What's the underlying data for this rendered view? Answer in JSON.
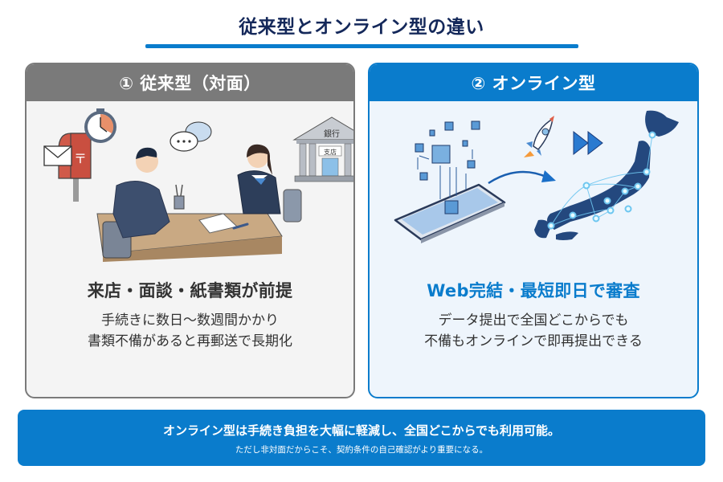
{
  "title": "従来型とオンライン型の違い",
  "colors": {
    "title_text": "#14285a",
    "accent_blue": "#0a7ccc",
    "traditional_gray": "#7a7a7a",
    "traditional_body": "#f4f4f4",
    "online_body": "#eef5fc"
  },
  "cards": [
    {
      "header": "① 従来型（対面）",
      "illustration": {
        "icons": [
          "mailbox-icon",
          "envelope-icon",
          "stopwatch-icon",
          "speech-bubble-icon",
          "customer-person",
          "bank-staff-person",
          "desk",
          "bank-building-icon"
        ],
        "bank_sign": "銀行",
        "branch_sign": "支店"
      },
      "headline": "来店・面談・紙書類が前提",
      "lines": [
        "手続きに数日〜数週間かかり",
        "書類不備があると再郵送で長期化"
      ]
    },
    {
      "header": "② オンライン型",
      "illustration": {
        "icons": [
          "smartphone-icon",
          "data-cubes-icon",
          "rocket-icon",
          "fast-forward-icon",
          "arrow-icon",
          "japan-network-map"
        ]
      },
      "headline": "Web完結・最短即日で審査",
      "lines": [
        "データ提出で全国どこからでも",
        "不備もオンラインで即再提出できる"
      ]
    }
  ],
  "banner": {
    "main": "オンライン型は手続き負担を大幅に軽減し、全国どこからでも利用可能。",
    "sub": "ただし非対面だからこそ、契約条件の自己確認がより重要になる。"
  }
}
